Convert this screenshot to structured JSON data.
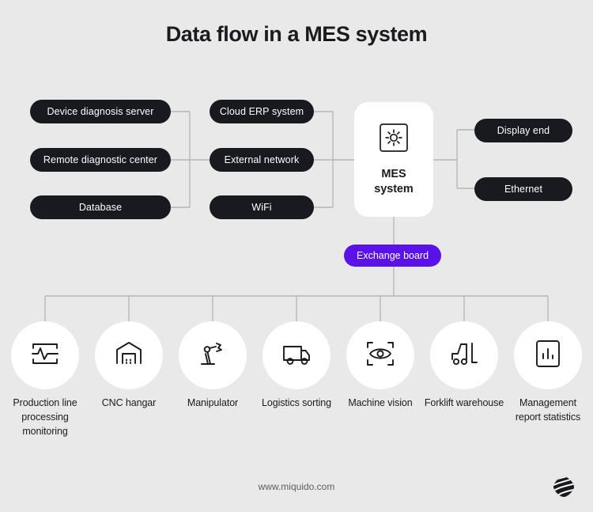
{
  "title": "Data flow in a MES system",
  "colors": {
    "background": "#e9e9e9",
    "pill": "#191a1f",
    "accent": "#5a12e8",
    "card": "#ffffff",
    "line": "#b6b6ba",
    "text": "#1b1b1f",
    "footer_text": "#5d5d63"
  },
  "left_column": [
    {
      "label": "Device diagnosis server"
    },
    {
      "label": "Remote diagnostic center"
    },
    {
      "label": "Database"
    }
  ],
  "middle_column": [
    {
      "label": "Cloud ERP system"
    },
    {
      "label": "External network"
    },
    {
      "label": "WiFi"
    }
  ],
  "center_card": {
    "icon": "gear-square-icon",
    "label_line1": "MES",
    "label_line2": "system"
  },
  "right_column": [
    {
      "label": "Display end"
    },
    {
      "label": "Ethernet"
    }
  ],
  "exchange_board": {
    "label": "Exchange board"
  },
  "bottom_nodes": [
    {
      "icon": "monitor-pulse-icon",
      "label": "Production line processing monitoring"
    },
    {
      "icon": "hangar-icon",
      "label": "CNC hangar"
    },
    {
      "icon": "robot-arm-icon",
      "label": "Manipulator"
    },
    {
      "icon": "truck-icon",
      "label": "Logistics sorting"
    },
    {
      "icon": "eye-scan-icon",
      "label": "Machine vision"
    },
    {
      "icon": "forklift-icon",
      "label": "Forklift warehouse"
    },
    {
      "icon": "bar-chart-square-icon",
      "label": "Management report statistics"
    }
  ],
  "footer": {
    "url": "www.miquido.com",
    "logo": "miquido-logo"
  }
}
